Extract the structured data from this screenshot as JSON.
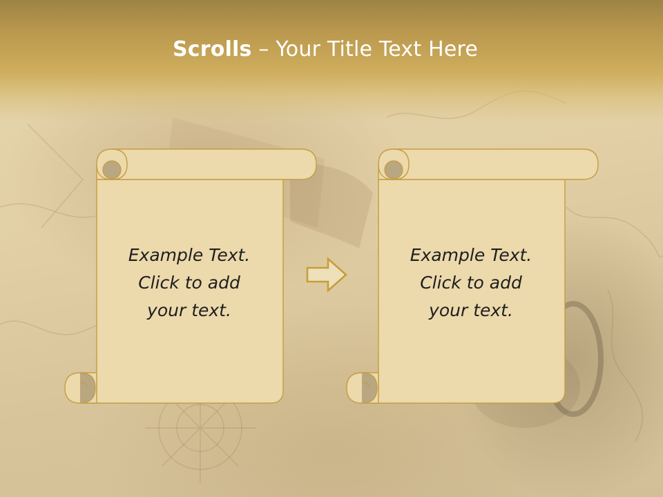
{
  "slide": {
    "title_bold": "Scrolls",
    "title_rest": " – Your Title Text Here"
  },
  "scrolls": [
    {
      "line1": "Example  Text.",
      "line2": "Click  to add",
      "line3": "your text."
    },
    {
      "line1": "Example  Text.",
      "line2": "Click  to add",
      "line3": "your text."
    }
  ],
  "icons": {
    "flow_arrow": "arrow-right-icon"
  },
  "colors": {
    "title_band": "#c3a253",
    "scroll_fill": "#ecd9ac",
    "scroll_stroke": "#c49d42",
    "scroll_curl": "#b9a782",
    "title_text": "#ffffff",
    "body_text": "#1e1e1e"
  }
}
